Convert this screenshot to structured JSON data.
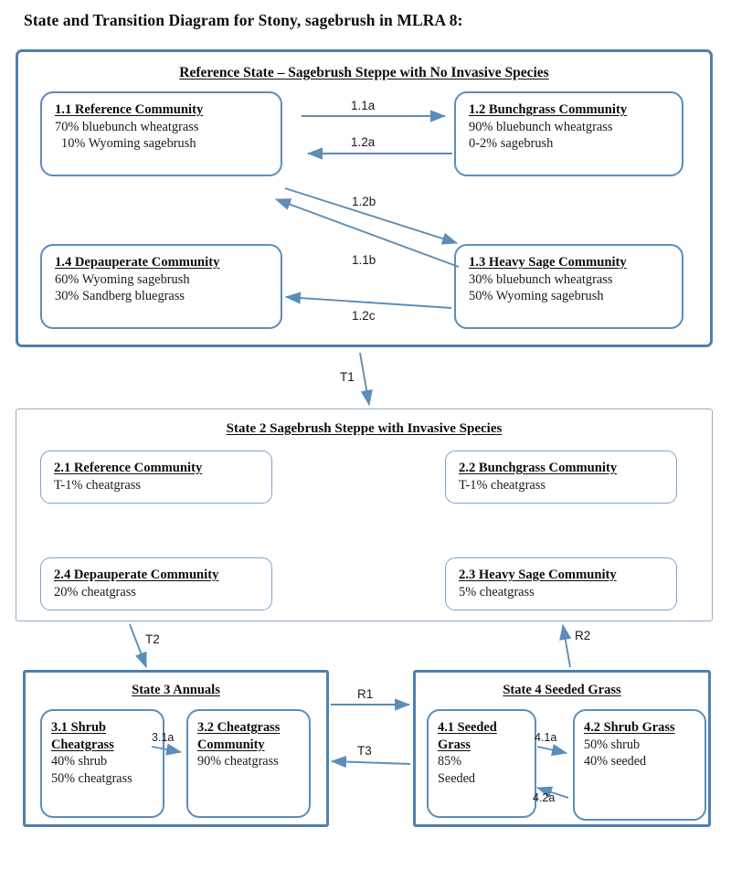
{
  "title": "State and Transition Diagram for Stony, sagebrush in MLRA 8:",
  "colors": {
    "outer_border": "#4f81ac",
    "light_border": "#93adc6",
    "box_border": "#5b8db8",
    "arrow": "#5b8db8",
    "text": "#1a1a1a"
  },
  "states": {
    "state1": {
      "heading": "Reference State – Sagebrush Steppe with No Invasive Species",
      "communities": [
        {
          "id": "1.1",
          "title": "1.1 Reference Community",
          "lines": [
            "70% bluebunch wheatgrass",
            "10% Wyoming sagebrush"
          ]
        },
        {
          "id": "1.2",
          "title": "1.2 Bunchgrass Community",
          "lines": [
            "90% bluebunch wheatgrass",
            "0-2% sagebrush"
          ]
        },
        {
          "id": "1.4",
          "title": "1.4 Depauperate Community",
          "lines": [
            "60% Wyoming sagebrush",
            "30% Sandberg bluegrass"
          ]
        },
        {
          "id": "1.3",
          "title": "1.3 Heavy Sage Community",
          "lines": [
            "30% bluebunch wheatgrass",
            "50% Wyoming sagebrush"
          ]
        }
      ],
      "transitions": [
        "1.1a",
        "1.2a",
        "1.2b",
        "1.1b",
        "1.2c"
      ]
    },
    "state2": {
      "heading": "State 2 Sagebrush Steppe with Invasive Species",
      "communities": [
        {
          "id": "2.1",
          "title": "2.1  Reference Community",
          "lines": [
            "T-1% cheatgrass"
          ]
        },
        {
          "id": "2.2",
          "title": "2.2 Bunchgrass Community",
          "lines": [
            "T-1% cheatgrass"
          ]
        },
        {
          "id": "2.4",
          "title": "2.4 Depauperate Community",
          "lines": [
            "20% cheatgrass"
          ]
        },
        {
          "id": "2.3",
          "title": "2.3 Heavy Sage Community",
          "lines": [
            "5% cheatgrass"
          ]
        }
      ]
    },
    "state3": {
      "heading": "State 3 Annuals",
      "communities": [
        {
          "id": "3.1",
          "title": "3.1 Shrub Cheatgrass",
          "lines": [
            "40% shrub",
            "50% cheatgrass"
          ]
        },
        {
          "id": "3.2",
          "title": "3.2 Cheatgrass Community",
          "lines": [
            "90% cheatgrass"
          ]
        }
      ],
      "transitions": [
        "3.1a"
      ]
    },
    "state4": {
      "heading": "State 4 Seeded Grass",
      "communities": [
        {
          "id": "4.1",
          "title": "4.1 Seeded Grass",
          "lines": [
            "85%",
            "Seeded"
          ]
        },
        {
          "id": "4.2",
          "title": "4.2 Shrub Grass",
          "lines": [
            "50% shrub",
            "40% seeded"
          ]
        }
      ],
      "transitions": [
        "4.1a",
        "4.2a"
      ]
    }
  },
  "state_transitions": {
    "t1": "T1",
    "t2": "T2",
    "t3": "T3",
    "r1": "R1",
    "r2": "R2"
  }
}
